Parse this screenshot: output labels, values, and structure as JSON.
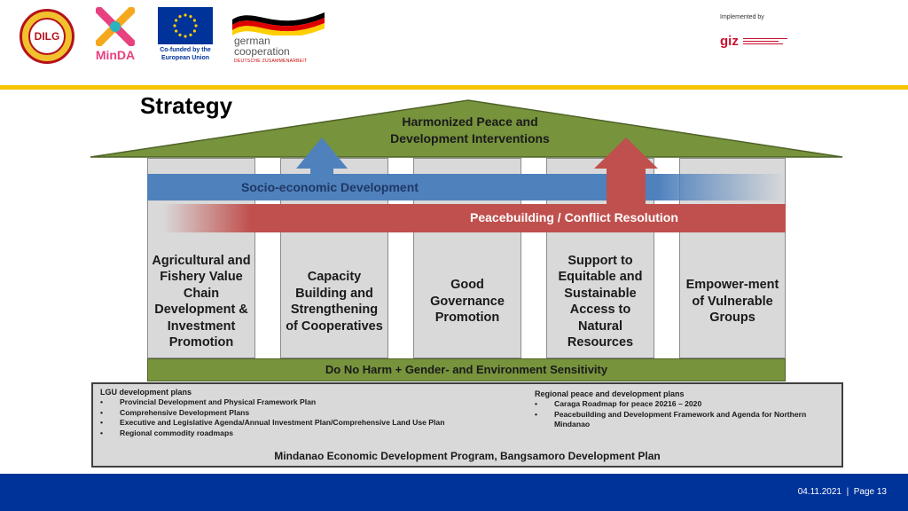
{
  "header": {
    "dilg_logo_text": "DILG",
    "minda_logo_text": "MinDA",
    "eu_label_line1": "Co-funded by the",
    "eu_label_line2": "European Union",
    "german_coop_line1": "german",
    "german_coop_line2": "cooperation",
    "german_coop_line3": "DEUTSCHE ZUSAMMENARBEIT",
    "implemented_by": "Implemented by",
    "giz_logo_text": "giz"
  },
  "title": "Strategy",
  "roof": {
    "label_line1": "Harmonized Peace and",
    "label_line2": "Development Interventions"
  },
  "cross_bands": {
    "socio_economic": "Socio-economic Development",
    "peacebuilding": "Peacebuilding / Conflict Resolution"
  },
  "pillars": [
    "Agricultural and Fishery Value Chain Development & Investment Promotion",
    "Capacity Building and Strengthening of Cooperatives",
    "Good Governance Promotion",
    "Support to Equitable and Sustainable Access to Natural Resources",
    "Empower-ment of Vulnerable Groups"
  ],
  "foundation_band": "Do No Harm + Gender- and Environment Sensitivity",
  "base": {
    "lgu_title": "LGU development plans",
    "lgu_items": [
      "Provincial Development and Physical Framework Plan",
      "Comprehensive Development Plans",
      "Executive and Legislative Agenda/Annual Investment Plan/Comprehensive Land Use Plan",
      "Regional commodity roadmaps"
    ],
    "regional_title": "Regional peace and development plans",
    "regional_items": [
      "Caraga Roadmap for peace 20216 – 2020",
      "Peacebuilding and Development Framework and Agenda for Northern Mindanao"
    ],
    "bullet": "•",
    "footer": "Mindanao Economic Development Program, Bangsamoro Development Plan"
  },
  "footer": {
    "date": "04.11.2021",
    "separator": "|",
    "page": "Page 13"
  },
  "colors": {
    "roof_green": "#77933c",
    "blue_band": "#4f81bd",
    "red_band": "#c0504d",
    "pillar_gray": "#d9d9d9",
    "gold_bar": "#f6c400",
    "footer_blue": "#003399"
  }
}
